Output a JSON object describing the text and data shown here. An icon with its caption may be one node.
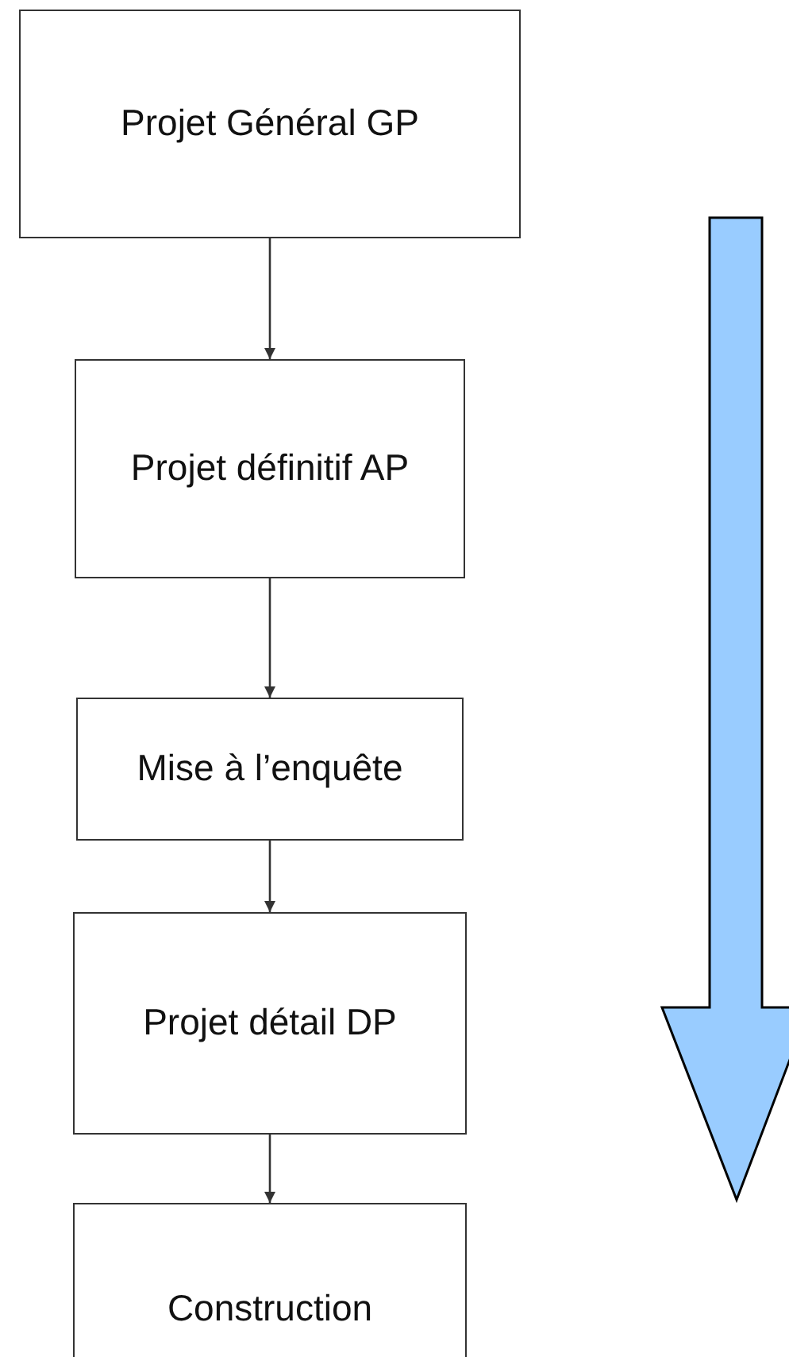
{
  "diagram": {
    "nodes": [
      {
        "text": [
          "Projet Général GP"
        ]
      },
      {
        "text": [
          "Projet définitif AP"
        ]
      },
      {
        "text": [
          "Mise à l’enquête"
        ]
      },
      {
        "text": [
          "Projet détail DP"
        ]
      },
      {
        "text": [
          "Construction"
        ]
      }
    ],
    "edges": [
      {
        "from": 0,
        "to": 1,
        "arrow": "to"
      },
      {
        "from": 1,
        "to": 2,
        "arrow": "to"
      },
      {
        "from": 2,
        "to": 3,
        "arrow": "to"
      },
      {
        "from": 3,
        "to": 4,
        "arrow": "to"
      }
    ]
  }
}
